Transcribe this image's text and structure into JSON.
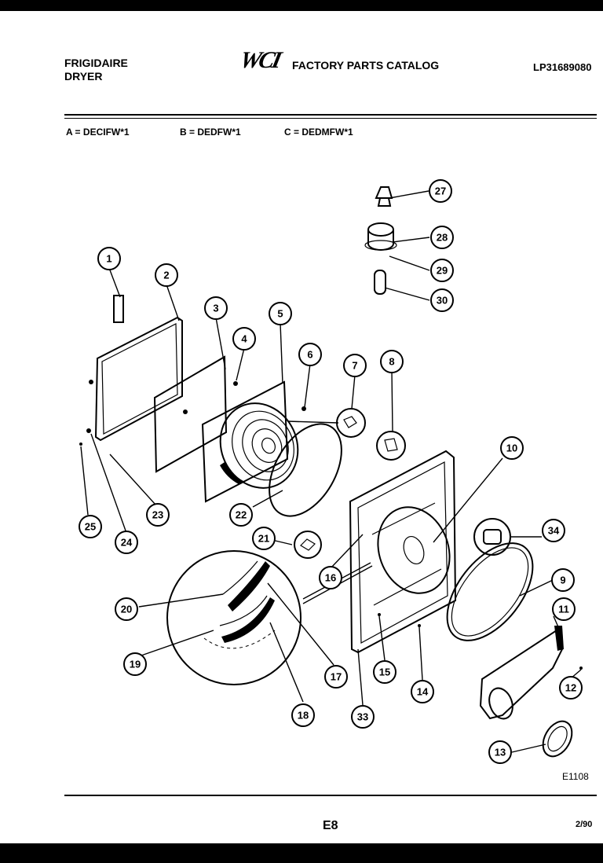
{
  "header": {
    "brand": "FRIGIDAIRE",
    "product": "DRYER",
    "logo": "WCI",
    "catalog_title": "FACTORY PARTS CATALOG",
    "catalog_number": "LP31689080"
  },
  "models": [
    "A = DECIFW*1",
    "B = DEDFW*1",
    "C = DEDMFW*1"
  ],
  "diagram": {
    "callouts": [
      "1",
      "2",
      "3",
      "4",
      "5",
      "6",
      "7",
      "8",
      "9",
      "10",
      "11",
      "12",
      "13",
      "14",
      "15",
      "16",
      "17",
      "18",
      "19",
      "20",
      "21",
      "22",
      "23",
      "24",
      "25",
      "27",
      "28",
      "29",
      "30",
      "33",
      "34"
    ]
  },
  "footer": {
    "figure_code": "E1108",
    "page": "E8",
    "date": "2/90"
  }
}
